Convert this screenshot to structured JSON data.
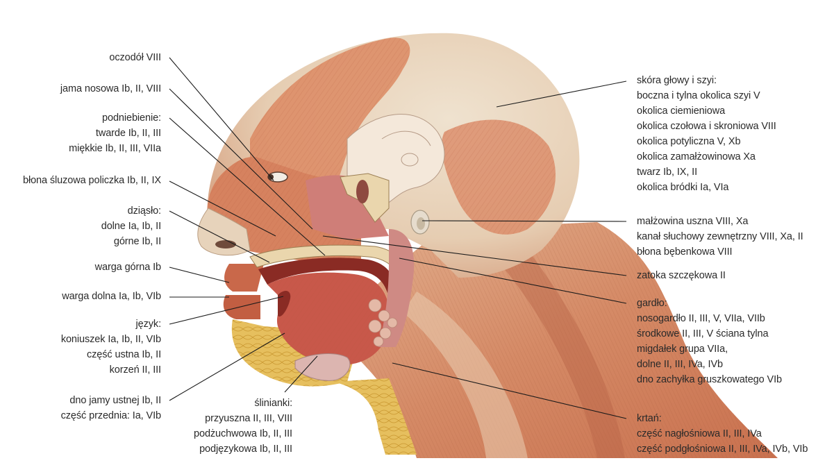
{
  "figure": {
    "subject": "human head and neck, sagittal/lateral anatomical illustration",
    "colors": {
      "muscle": "#d9825e",
      "muscle_dark": "#c0573c",
      "skin_pale": "#e8d6bd",
      "bone": "#e6cfa0",
      "fat_gland": "#e0b54e",
      "mucosa": "#c96a63",
      "leader_line": "#1a1a1a",
      "text": "#2a2a2a"
    }
  },
  "labels_left": [
    {
      "id": "orbit",
      "lines": [
        "oczodół VIII"
      ]
    },
    {
      "id": "nasal-cavity",
      "lines": [
        "jama nosowa Ib, II, VIII"
      ]
    },
    {
      "id": "palate",
      "lines": [
        "podniebienie:",
        "twarde Ib, II, III",
        "miękkie Ib, II, III, VIIa"
      ]
    },
    {
      "id": "buccal-mucosa",
      "lines": [
        "błona śluzowa policzka Ib, II, IX"
      ]
    },
    {
      "id": "gum",
      "lines": [
        "dziąsło:",
        "dolne Ia, Ib, II",
        "górne Ib, II"
      ]
    },
    {
      "id": "upper-lip",
      "lines": [
        "warga górna Ib"
      ]
    },
    {
      "id": "lower-lip",
      "lines": [
        "warga dolna Ia, Ib, VIb"
      ]
    },
    {
      "id": "tongue",
      "lines": [
        "język:",
        "koniuszek Ia, Ib, II, VIb",
        "część ustna Ib, II",
        "korzeń II, III"
      ]
    },
    {
      "id": "floor-of-mouth",
      "lines": [
        "dno jamy ustnej Ib, II",
        "część przednia: Ia, VIb"
      ]
    }
  ],
  "labels_bottom": [
    {
      "id": "salivary-glands",
      "lines": [
        "ślinianki:",
        "przyuszna II, III, VIII",
        "podżuchwowa Ib, II, III",
        "podjęzykowa Ib, II, III"
      ]
    }
  ],
  "labels_right": [
    {
      "id": "scalp-neck-skin",
      "lines": [
        "skóra głowy i szyi:",
        "boczna i tylna okolica szyi V",
        "okolica ciemieniowa",
        "okolica czołowa i skroniowa VIII",
        "okolica potyliczna V, Xb",
        "okolica zamałżowinowa Xa",
        "twarz Ib, IX, II",
        "okolica bródki Ia, VIa"
      ]
    },
    {
      "id": "ear",
      "lines": [
        "małżowina uszna VIII, Xa",
        "kanał słuchowy zewnętrzny VIII, Xa, II",
        "błona bębenkowa VIII"
      ]
    },
    {
      "id": "maxillary-sinus",
      "lines": [
        "zatoka szczękowa II"
      ]
    },
    {
      "id": "pharynx",
      "lines": [
        "gardło:",
        "nosogardło II, III, V, VIIa, VIIb",
        "środkowe II, III, V ściana tylna",
        "migdałek grupa VIIa,",
        "dolne II, III, IVa, IVb",
        "dno zachyłka gruszkowatego VIb"
      ]
    },
    {
      "id": "larynx",
      "lines": [
        "krtań:",
        "część nagłośniowa II, III, IVa",
        "część podgłośniowa II, III, IVa, IVb, VIb"
      ]
    }
  ]
}
